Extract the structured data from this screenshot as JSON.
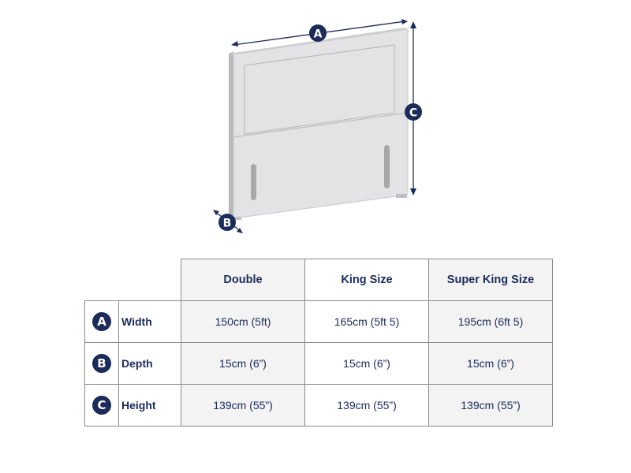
{
  "diagram": {
    "labels": {
      "a": "A",
      "b": "B",
      "c": "C"
    },
    "colors": {
      "navy": "#1b2b5a",
      "headboard": "#e3e3e5",
      "headboard_edge": "#c9c9cc"
    }
  },
  "table": {
    "columns": [
      "Double",
      "King Size",
      "Super King Size"
    ],
    "rows": [
      {
        "badge": "A",
        "label": "Width",
        "values": [
          "150cm (5ft)",
          "165cm (5ft 5)",
          "195cm (6ft 5)"
        ]
      },
      {
        "badge": "B",
        "label": "Depth",
        "values": [
          "15cm (6”)",
          "15cm (6”)",
          "15cm (6”)"
        ]
      },
      {
        "badge": "C",
        "label": "Height",
        "values": [
          "139cm (55”)",
          "139cm (55”)",
          "139cm (55”)"
        ]
      }
    ]
  }
}
